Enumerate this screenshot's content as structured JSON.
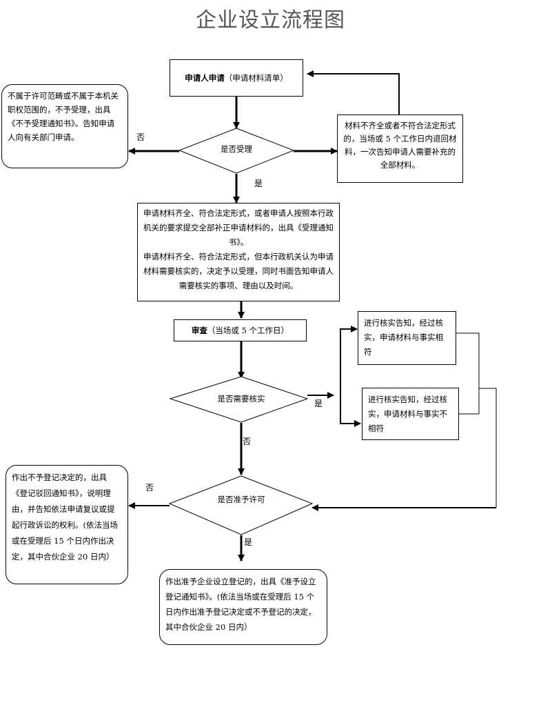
{
  "title": "企业设立流程图",
  "apply": {
    "label_bold": "申请人申请",
    "label_rest": "（申请材料清单）"
  },
  "decision_accept": "是否受理",
  "not_in_scope": "不属于许可范畴或不属于本机关职权范围的，不予受理，出具《不予受理通知书》。告知申请人向有关部门申请。",
  "incomplete": "材料不齐全或者不符合法定形式的，当场或 5 个工作日内退回材料，一次告知申请人需要补充的全部材料。",
  "accepted": {
    "para1": "申请材料齐全、符合法定形式，或者申请人按照本行政机关的要求提交全部补正申请材料的，出具《受理通知书》。",
    "para2": "申请材料齐全、符合法定形式，但本行政机关认为申请材料需要核实的，决定予以受理，同时书面告知申请人需要核实的事项、理由以及时间。"
  },
  "review": {
    "label_bold": "审查",
    "label_rest": "（当场或 5 个工作日）"
  },
  "decision_verify": "是否需要核实",
  "verify_match": "进行核实告知，经过核实，申请材料与事实相符",
  "verify_mismatch": "进行核实告知，经过核实，申请材料与事实不相符",
  "decision_permit": "是否准予许可",
  "deny": "作出不予登记决定的，出具《登记驳回通知书》，说明理由，并告知依法申请复议或提起行政诉讼的权利。(依法当场或在受理后 15 个日内作出决定，其中合伙企业 20 日内）",
  "approve": "作出准予企业设立登记的，出具《准予设立登记通知书》。(依法当场或在受理后 15 个日内作出准予登记决定或不予登记的决定，其中合伙企业 20 日内）",
  "labels": {
    "no": "否",
    "yes": "是"
  }
}
